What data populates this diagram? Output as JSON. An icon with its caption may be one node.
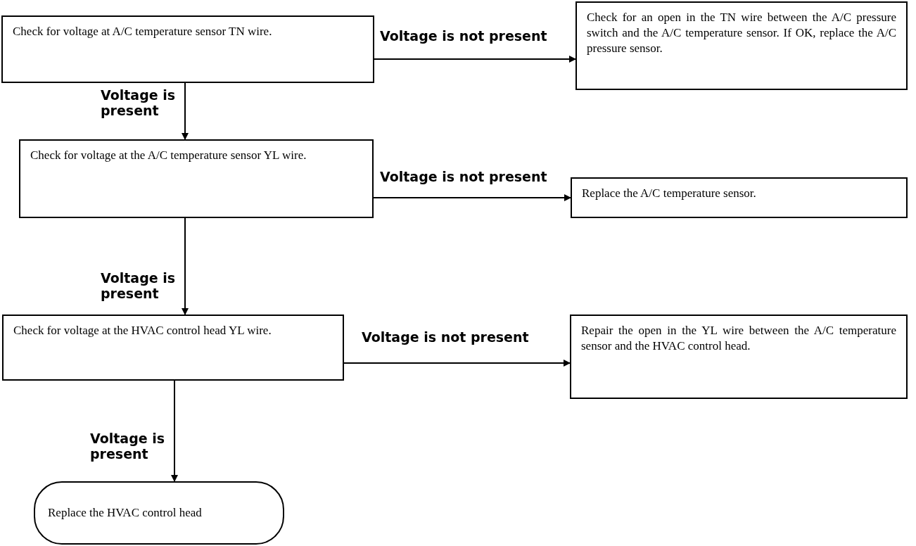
{
  "diagram": {
    "nodes": [
      {
        "text": [
          "Check for voltage at A/C temperature sensor TN wire."
        ]
      },
      {
        "text": [
          "Check for an open in the TN wire between the A/C pressure switch and the A/C temperature sensor. If OK, replace the A/C pressure sensor."
        ]
      },
      {
        "text": [
          "Check for voltage at the A/C temperature sensor YL wire."
        ]
      },
      {
        "text": [
          "Replace the A/C temperature sensor."
        ]
      },
      {
        "text": [
          "Check for voltage at the HVAC control head YL wire."
        ]
      },
      {
        "text": [
          "Repair the open in the YL wire between the A/C temperature sensor and the HVAC control head."
        ]
      },
      {
        "text": [
          "Replace the HVAC control head"
        ]
      }
    ],
    "edges": [
      {
        "from": 0,
        "to": 1,
        "arrow": "to",
        "label": "Voltage is not present"
      },
      {
        "from": 0,
        "to": 2,
        "arrow": "to",
        "label": "Voltage is present"
      },
      {
        "from": 2,
        "to": 3,
        "arrow": "to",
        "label": "Voltage is not present"
      },
      {
        "from": 2,
        "to": 4,
        "arrow": "to",
        "label": "Voltage is present"
      },
      {
        "from": 4,
        "to": 5,
        "arrow": "to",
        "label": "Voltage is not present"
      },
      {
        "from": 4,
        "to": 6,
        "arrow": "to",
        "label": "Voltage is present"
      }
    ]
  }
}
